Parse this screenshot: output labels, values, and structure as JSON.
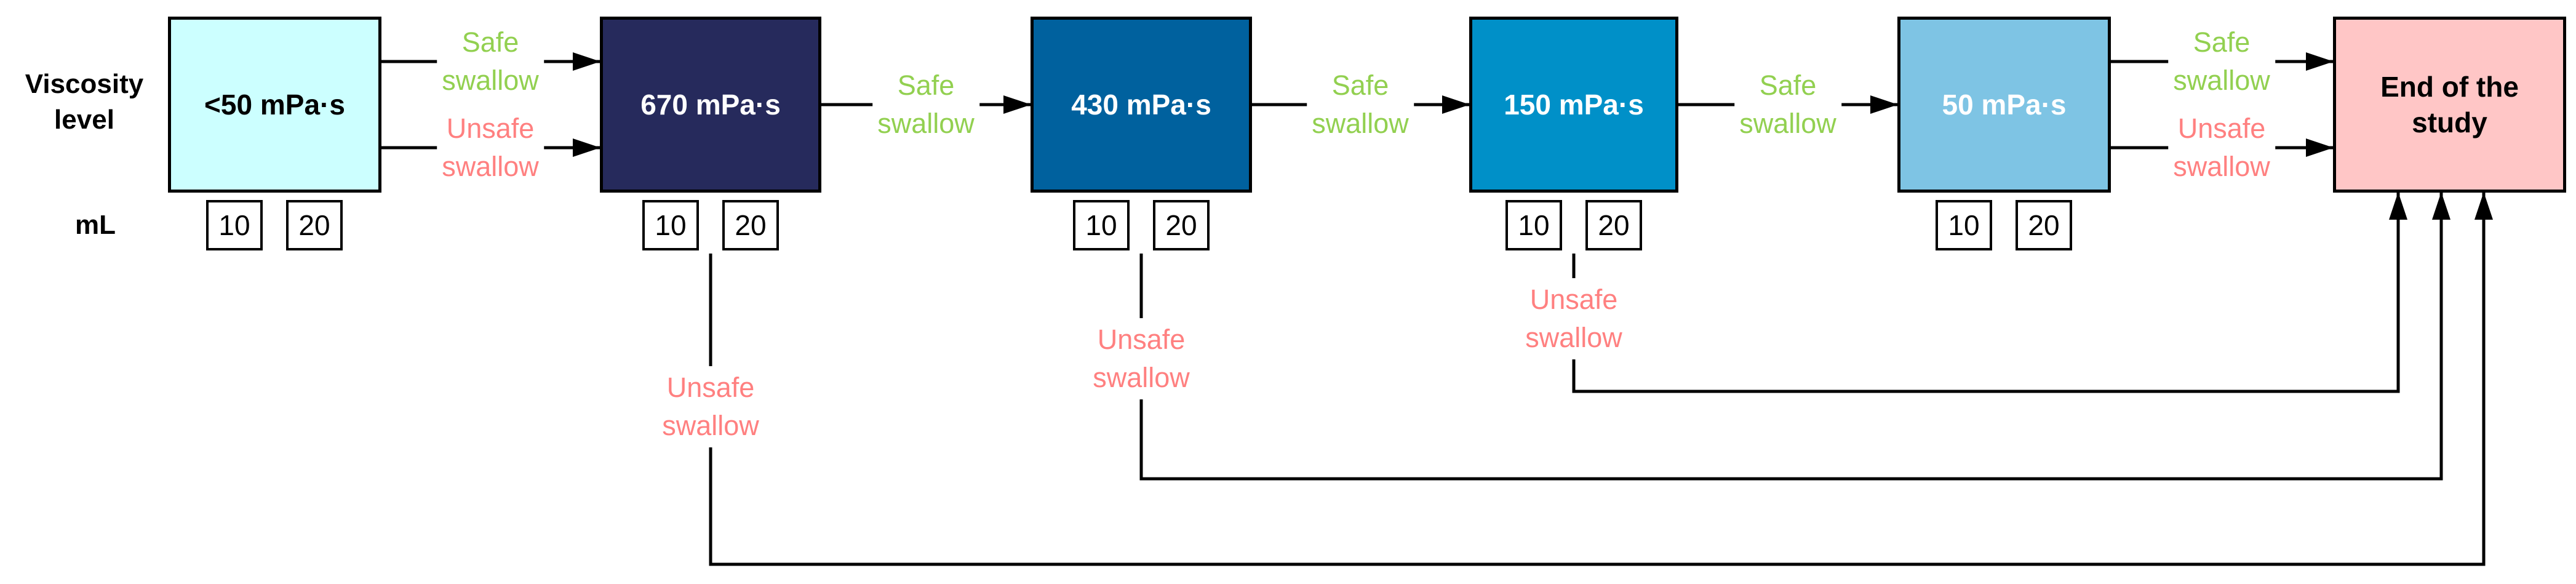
{
  "diagram": {
    "title_row_labels": {
      "viscosity": "Viscosity\nlevel",
      "ml": "mL"
    },
    "ml_labels": [
      "10",
      "20"
    ],
    "boxes": [
      {
        "id": "lt50",
        "label": "<50 mPa·s",
        "color": "#CCFFFF",
        "text_color": "#000000"
      },
      {
        "id": "670",
        "label": "670 mPa·s",
        "color": "#262A5C",
        "text_color": "#FFFFFF"
      },
      {
        "id": "430",
        "label": "430 mPa·s",
        "color": "#00619E",
        "text_color": "#FFFFFF"
      },
      {
        "id": "150",
        "label": "150 mPa·s",
        "color": "#0090C8",
        "text_color": "#FFFFFF"
      },
      {
        "id": "50",
        "label": "50 mPa·s",
        "color": "#7EC4E4",
        "text_color": "#FFFFFF"
      },
      {
        "id": "end",
        "label": "End of the\nstudy",
        "color": "#FFC6C6",
        "text_color": "#000000"
      }
    ],
    "labels": {
      "safe": "Safe\nswallow",
      "unsafe": "Unsafe\nswallow"
    },
    "colors": {
      "safe": "#92D050",
      "unsafe": "#FF8080",
      "line": "#000000"
    },
    "connections": [
      {
        "from": "<50 mPa·s",
        "to": "670 mPa·s",
        "outcome": "Safe swallow"
      },
      {
        "from": "<50 mPa·s",
        "to": "670 mPa·s",
        "outcome": "Unsafe swallow"
      },
      {
        "from": "670 mPa·s",
        "to": "430 mPa·s",
        "outcome": "Safe swallow"
      },
      {
        "from": "430 mPa·s",
        "to": "150 mPa·s",
        "outcome": "Safe swallow"
      },
      {
        "from": "150 mPa·s",
        "to": "50 mPa·s",
        "outcome": "Safe swallow"
      },
      {
        "from": "50 mPa·s",
        "to": "End of the study",
        "outcome": "Safe swallow"
      },
      {
        "from": "50 mPa·s",
        "to": "End of the study",
        "outcome": "Unsafe swallow"
      },
      {
        "from": "670 mPa·s",
        "to": "End of the study",
        "outcome": "Unsafe swallow"
      },
      {
        "from": "430 mPa·s",
        "to": "End of the study",
        "outcome": "Unsafe swallow"
      },
      {
        "from": "150 mPa·s",
        "to": "End of the study",
        "outcome": "Unsafe swallow"
      }
    ]
  }
}
